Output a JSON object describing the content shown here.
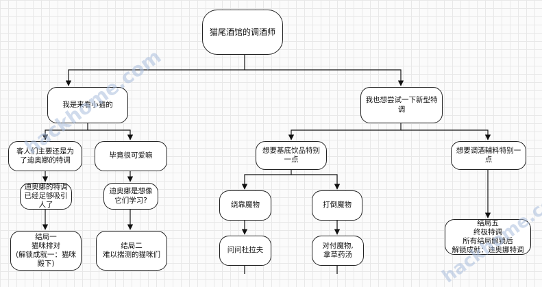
{
  "nodes": {
    "root": "猫尾酒馆的调酒师",
    "a": "我是来看小猫的",
    "b": "我也想尝试一下新型特\n调",
    "a1": "客人们主要还是为\n了迪奥娜的特调",
    "a2": "毕竟很可爱嘛",
    "a1a": "迪奥娜的特调\n已经足够吸引\n人了",
    "a2a": "迪奥娜是想像\n它们学习?",
    "end1": "结局一\n猫咪排对\n(解锁成就一：猫咪\n殿下)",
    "end2": "结局二\n难以揣测的猫咪们",
    "b1": "想要基底饮品特别\n一点",
    "b2": "想要调酒辅料特别一\n点",
    "b1a": "绕靠魔物",
    "b1b": "打倒魔物",
    "b1a1": "问问杜拉夫",
    "b1b1": "对付魔物,\n拿草药汤",
    "end5": "结局五\n终极特调\n所有结局解锁后\n解锁成就：迪奥娜特调"
  },
  "watermark": "hackhome.com"
}
